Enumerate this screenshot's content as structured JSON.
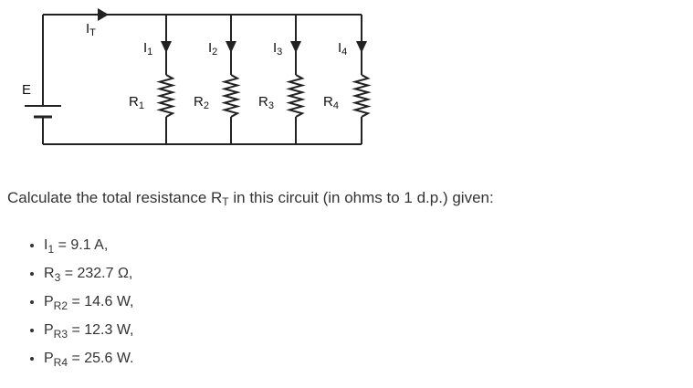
{
  "circuit": {
    "source_label": "E",
    "total_current": {
      "base": "I",
      "sub": "T"
    },
    "branches": [
      {
        "current": {
          "base": "I",
          "sub": "1"
        },
        "resistor": {
          "base": "R",
          "sub": "1"
        }
      },
      {
        "current": {
          "base": "I",
          "sub": "2"
        },
        "resistor": {
          "base": "R",
          "sub": "2"
        }
      },
      {
        "current": {
          "base": "I",
          "sub": "3"
        },
        "resistor": {
          "base": "R",
          "sub": "3"
        }
      },
      {
        "current": {
          "base": "I",
          "sub": "4"
        },
        "resistor": {
          "base": "R",
          "sub": "4"
        }
      }
    ],
    "wire_color": "#222222"
  },
  "question": {
    "before": "Calculate the total resistance R",
    "sub": "T",
    "after": " in this circuit (in ohms to 1 d.p.) given:"
  },
  "givens": [
    {
      "base": "I",
      "sub": "1",
      "rest": " = 9.1 A,"
    },
    {
      "base": "R",
      "sub": "3",
      "rest": " = 232.7 Ω,"
    },
    {
      "base": "P",
      "sub": "R2",
      "rest": " = 14.6 W,"
    },
    {
      "base": "P",
      "sub": "R3",
      "rest": " = 12.3 W,"
    },
    {
      "base": "P",
      "sub": "R4",
      "rest": " = 25.6 W."
    }
  ]
}
